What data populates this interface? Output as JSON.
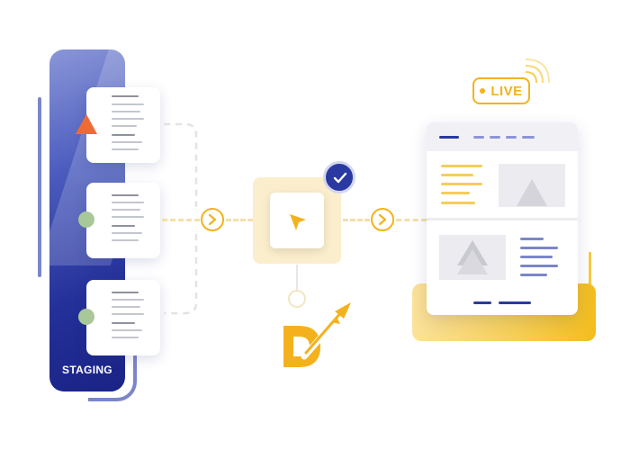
{
  "staging": {
    "label": "STAGING"
  },
  "live": {
    "label": "LIVE"
  },
  "colors": {
    "staging_blue": "#24319a",
    "accent_yellow": "#f3b21d",
    "orange": "#f06a36",
    "green": "#a9c89a",
    "navy": "#2b3aa0",
    "white": "#ffffff"
  },
  "icons": {
    "triangle": "orange-triangle-icon",
    "dot": "green-dot-icon",
    "chevron": "chevron-right-icon",
    "cursor": "cursor-arrow-icon",
    "check": "checkmark-icon",
    "logo": "d-rocket-logo",
    "broadcast": "broadcast-waves-icon"
  }
}
